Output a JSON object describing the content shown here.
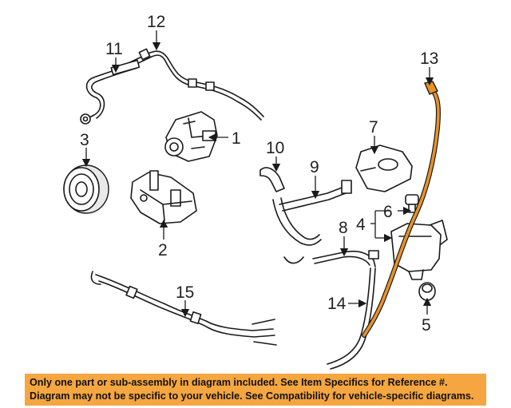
{
  "callouts": {
    "c1": "1",
    "c2": "2",
    "c3": "3",
    "c4": "4",
    "c5": "5",
    "c6": "6",
    "c7": "7",
    "c8": "8",
    "c9": "9",
    "c10": "10",
    "c11": "11",
    "c12": "12",
    "c13": "13",
    "c14": "14",
    "c15": "15"
  },
  "highlight_color": "#e8922a",
  "banner": {
    "line1": "Only one part or sub-assembly in diagram included. See Item Specifics for Reference #.",
    "line2": "Diagram may not be specific to your vehicle. See Compatibility for vehicle-specific diagrams.",
    "background": "#f5a640"
  }
}
